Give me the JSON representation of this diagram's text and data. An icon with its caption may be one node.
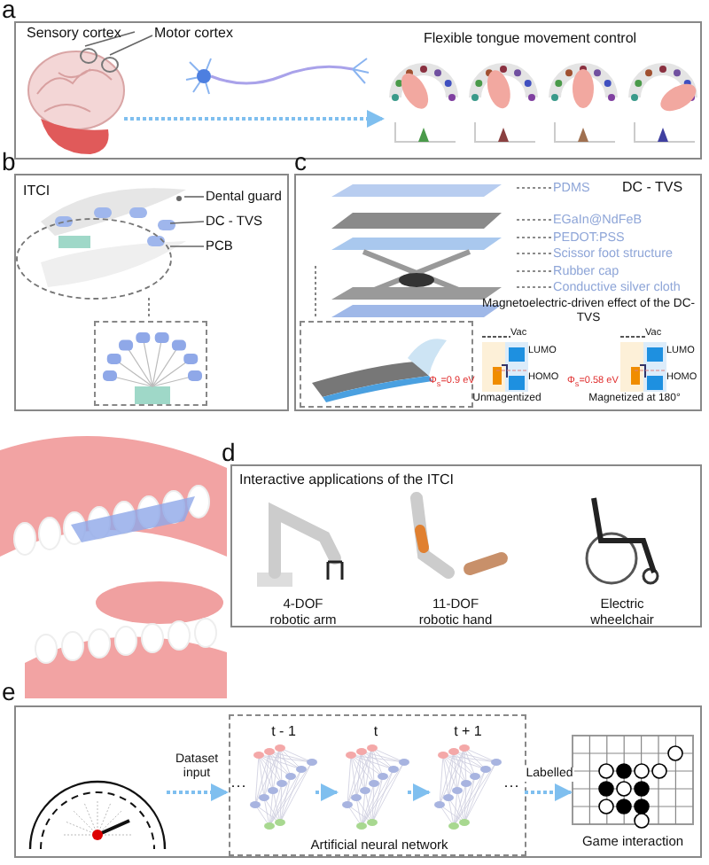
{
  "diagram": {
    "nodes": [
      {
        "text": [
          "Flexible tongue movement control"
        ]
      },
      {
        "text": [],
        "shape": "picture",
        "in": 0
      },
      {
        "text": [
          "Sensory cortex"
        ],
        "in": 0
      },
      {
        "text": [
          "Motor cortex"
        ],
        "in": 0
      },
      {
        "text": [],
        "shape": "circle",
        "in": 1
      },
      {
        "text": [],
        "shape": "circle",
        "in": 1
      },
      {
        "text": [
          "ITCI"
        ]
      },
      {
        "text": [],
        "shape": "picture",
        "in": 6
      },
      {
        "text": [
          "Dental guard"
        ],
        "in": 6
      },
      {
        "text": [
          "DC - TVS"
        ],
        "in": 6
      },
      {
        "text": [
          "PCB"
        ],
        "in": 6
      },
      {
        "text": [],
        "shape": "circle",
        "in": 6
      },
      {
        "text": [],
        "shape": "box",
        "in": 6
      },
      {
        "text": [
          "DC - TVS"
        ]
      },
      {
        "text": [],
        "shape": "picture",
        "in": 13
      },
      {
        "text": [
          "PDMS"
        ],
        "in": 13
      },
      {
        "text": [
          "EGaIn@NdFeB"
        ],
        "in": 13
      },
      {
        "text": [
          "PEDOT:PSS"
        ],
        "in": 13
      },
      {
        "text": [
          "Scissor foot structure"
        ],
        "in": 13
      },
      {
        "text": [
          "Rubber cap"
        ],
        "in": 13
      },
      {
        "text": [
          "Conductive silver cloth"
        ],
        "in": 13
      },
      {
        "text": [],
        "shape": "box",
        "in": 13
      },
      {
        "text": [
          "Interactive applications of the ITCI"
        ]
      },
      {
        "text": [],
        "shape": "picture",
        "in": 22,
        "beside": [
          "4-DOF robotic arm"
        ]
      },
      {
        "text": [],
        "shape": "picture",
        "in": 22,
        "beside": [
          "11-DOF robotic hand"
        ]
      },
      {
        "text": [],
        "shape": "picture",
        "in": 22,
        "beside": [
          "Electric wheelchair"
        ]
      },
      {
        "text": [],
        "shape": "box"
      },
      {
        "text": [],
        "shape": "picture",
        "in": 26
      },
      {
        "text": [
          "Artificial neural network"
        ],
        "in": 26
      },
      {
        "text": [],
        "shape": "picture",
        "in": 28,
        "beside": [
          "t - 1"
        ]
      },
      {
        "text": [],
        "shape": "picture",
        "in": 28,
        "beside": [
          "t"
        ]
      },
      {
        "text": [],
        "shape": "picture",
        "in": 28,
        "beside": [
          "t + 1"
        ]
      },
      {
        "text": [],
        "shape": "picture",
        "in": 26,
        "beside": [
          "Game interaction"
        ]
      },
      {
        "text": [],
        "shape": "picture",
        "in": 0
      }
    ],
    "edges": [
      {
        "from": 2,
        "to": 4,
        "arrow": "none"
      },
      {
        "from": 3,
        "to": 5,
        "arrow": "none"
      },
      {
        "from": 8,
        "to": 7,
        "arrow": "none"
      },
      {
        "from": 9,
        "to": 11,
        "arrow": "none"
      },
      {
        "from": 10,
        "to": 11,
        "arrow": "none"
      },
      {
        "from": 11,
        "to": 12,
        "arrow": "none",
        "style": "dashed"
      },
      {
        "from": 15,
        "to": 14,
        "arrow": "none",
        "style": "dashed"
      },
      {
        "from": 16,
        "to": 14,
        "arrow": "none",
        "style": "dashed"
      },
      {
        "from": 17,
        "to": 14,
        "arrow": "none",
        "style": "dashed"
      },
      {
        "from": 18,
        "to": 14,
        "arrow": "none",
        "style": "dashed"
      },
      {
        "from": 19,
        "to": 14,
        "arrow": "none",
        "style": "dashed"
      },
      {
        "from": 20,
        "to": 14,
        "arrow": "none",
        "style": "dashed"
      },
      {
        "from": 14,
        "to": 21,
        "arrow": "none",
        "style": "dashed"
      },
      {
        "from": 27,
        "to": 28,
        "arrow": "to",
        "label": "Dataset input",
        "style": "dashed",
        "color": "#7fbfef"
      },
      {
        "from": 29,
        "to": 30,
        "arrow": "to",
        "style": "dashed",
        "color": "#7fbfef"
      },
      {
        "from": 30,
        "to": 31,
        "arrow": "to",
        "style": "dashed",
        "color": "#7fbfef"
      },
      {
        "from": 28,
        "to": 32,
        "arrow": "to",
        "label": "Labelled",
        "style": "dashed",
        "color": "#7fbfef"
      },
      {
        "from": 1,
        "to": 33,
        "arrow": "to",
        "style": "dashed",
        "color": "#7fbfef"
      }
    ],
    "labels": [
      "a",
      "b",
      "c",
      "d",
      "e",
      "Magnetoelectric-driven effect of the DC-TVS",
      "Vac",
      "LUMO",
      "HOMO",
      "Φ$_{s}$=0.9 eV",
      "Unmagentized",
      "Vac",
      "LUMO",
      "HOMO",
      "Φ$_{s}$=0.58 eV",
      "Magnetized at 180°",
      "···",
      "···"
    ]
  }
}
